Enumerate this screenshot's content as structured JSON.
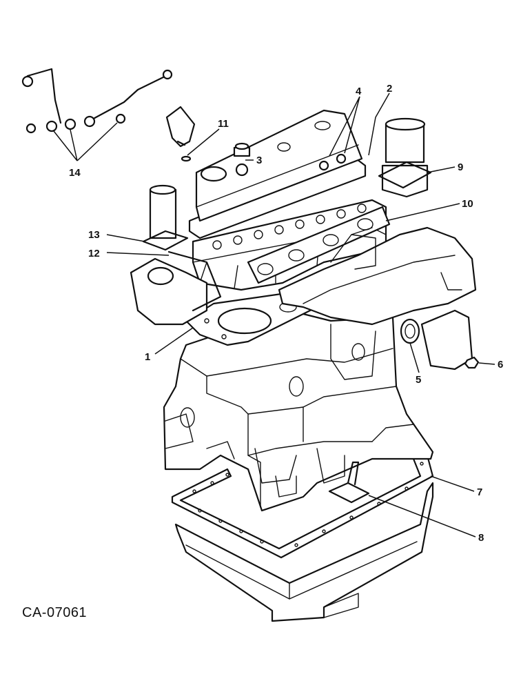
{
  "drawing_code": "CA-07061",
  "callouts": [
    {
      "id": "1",
      "label": "1"
    },
    {
      "id": "2",
      "label": "2"
    },
    {
      "id": "3",
      "label": "3"
    },
    {
      "id": "4",
      "label": "4"
    },
    {
      "id": "5",
      "label": "5"
    },
    {
      "id": "6",
      "label": "6"
    },
    {
      "id": "7",
      "label": "7"
    },
    {
      "id": "8",
      "label": "8"
    },
    {
      "id": "9",
      "label": "9"
    },
    {
      "id": "10",
      "label": "10"
    },
    {
      "id": "11",
      "label": "11"
    },
    {
      "id": "12",
      "label": "12"
    },
    {
      "id": "13",
      "label": "13"
    },
    {
      "id": "14",
      "label": "14"
    }
  ]
}
